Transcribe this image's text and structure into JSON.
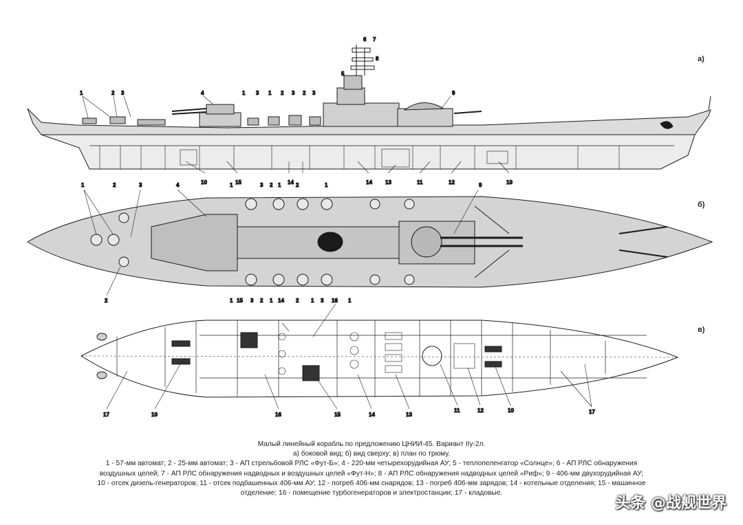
{
  "views": {
    "side_label": "а)",
    "top_label": "б)",
    "hold_label": "в)"
  },
  "callouts": {
    "side_top": [
      "1",
      "2",
      "3",
      "4",
      "1",
      "3",
      "1",
      "2",
      "3",
      "2",
      "3",
      "5",
      "6",
      "7",
      "8",
      "9"
    ],
    "side_bottom": [
      "10",
      "15",
      "14",
      "14",
      "13",
      "11",
      "12",
      "10"
    ],
    "top_upper": [
      "1",
      "2",
      "3",
      "4",
      "1",
      "3",
      "2",
      "1",
      "2",
      "1",
      "9"
    ],
    "top_lower": [
      "2",
      "1",
      "15",
      "3",
      "2",
      "1",
      "14",
      "2",
      "1",
      "3",
      "16",
      "1"
    ],
    "hold": [
      "17",
      "10",
      "16",
      "15",
      "14",
      "13",
      "11",
      "12",
      "10",
      "17"
    ]
  },
  "caption": {
    "line1": "Малый линейный корабль по предложению ЦНИИ-45. Вариант IIу-2л.",
    "line2": "а) боковой вид; б) вид сверху; в) план по трюму.",
    "line3": "1 - 57-мм автомат; 2 - 25-мм автомат; 3 - АП стрельбовой РЛС «Фут-Б»; 4 - 220-мм четырехорудийная АУ; 5 - теплопеленгатор «Солнце»; 6 - АП РЛС обнаружения",
    "line4": "воздушных целей; 7 - АП РЛС обнаружения надводных и воздушных целей «Фут-Н»; 8 - АП РЛС обнаружения надводных целей «Риф»; 9 - 406-мм двухорудийная АУ;",
    "line5": "10 - отсек дизель-генераторов; 11 - отсек подбашенных 406-мм АУ; 12 - погреб 406-мм снарядов; 13 - погреб 406-мм зарядов; 14 - котельные отделения; 15 - машинное",
    "line6": "отделение; 16 - помещение турбогенераторов и электростанции; 17 - кладовые."
  },
  "watermark": "头条 @战舰世界",
  "colors": {
    "hull_fill": "#d9d9d9",
    "line": "#1a1a1a",
    "deck_fill": "#cfcfcf"
  }
}
